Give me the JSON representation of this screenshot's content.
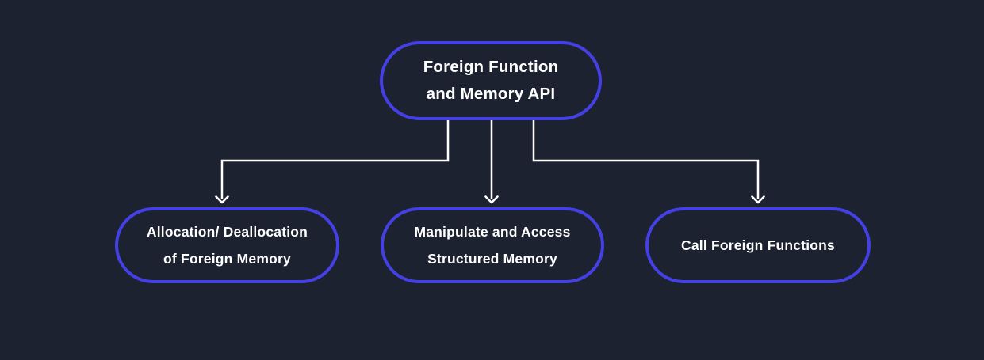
{
  "diagram": {
    "colors": {
      "background": "#1c2230",
      "node_border": "#4540e6",
      "node_text": "#ffffff",
      "connector": "#ffffff"
    },
    "root": {
      "label": "Foreign Function\nand Memory API"
    },
    "children": [
      {
        "label": "Allocation/ Deallocation\nof Foreign Memory"
      },
      {
        "label": "Manipulate and Access\nStructured Memory"
      },
      {
        "label": "Call Foreign Functions"
      }
    ]
  }
}
